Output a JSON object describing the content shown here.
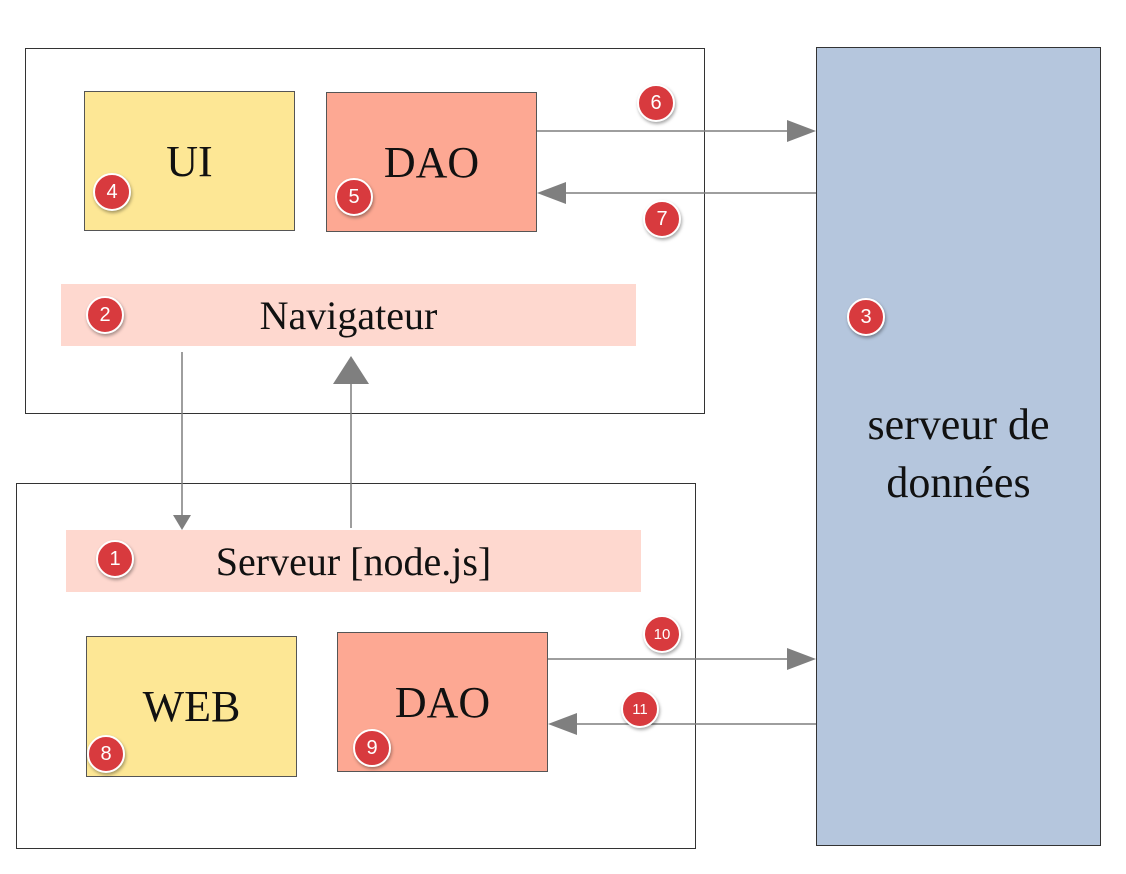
{
  "client": {
    "ui_label": "UI",
    "dao_label": "DAO",
    "browser_label": "Navigateur"
  },
  "server": {
    "server_label": "Serveur [node.js]",
    "web_label": "WEB",
    "dao_label": "DAO"
  },
  "data_server": {
    "label_line1": "serveur de",
    "label_line2": "données"
  },
  "badges": {
    "b1": "1",
    "b2": "2",
    "b3": "3",
    "b4": "4",
    "b5": "5",
    "b6": "6",
    "b7": "7",
    "b8": "8",
    "b9": "9",
    "b10": "10",
    "b11": "11"
  },
  "colors": {
    "ui_box": "#fde795",
    "dao_box": "#fda893",
    "bar": "#fed8cf",
    "data_server": "#b5c6dd",
    "badge": "#d83a3e",
    "arrow": "#7f7f7f"
  }
}
